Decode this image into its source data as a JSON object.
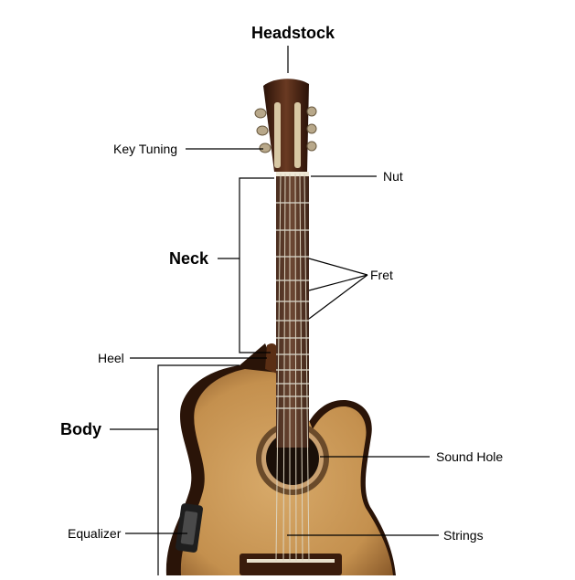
{
  "labels": {
    "headstock": "Headstock",
    "key_tuning": "Key Tuning",
    "nut": "Nut",
    "neck": "Neck",
    "fret": "Fret",
    "heel": "Heel",
    "body": "Body",
    "sound_hole": "Sound Hole",
    "equalizer": "Equalizer",
    "strings": "Strings"
  },
  "colors": {
    "top_wood": "#c99a5a",
    "binding_dark": "#3a1c0c",
    "fretboard": "#5a3a28",
    "headstock": "#4a2414"
  }
}
